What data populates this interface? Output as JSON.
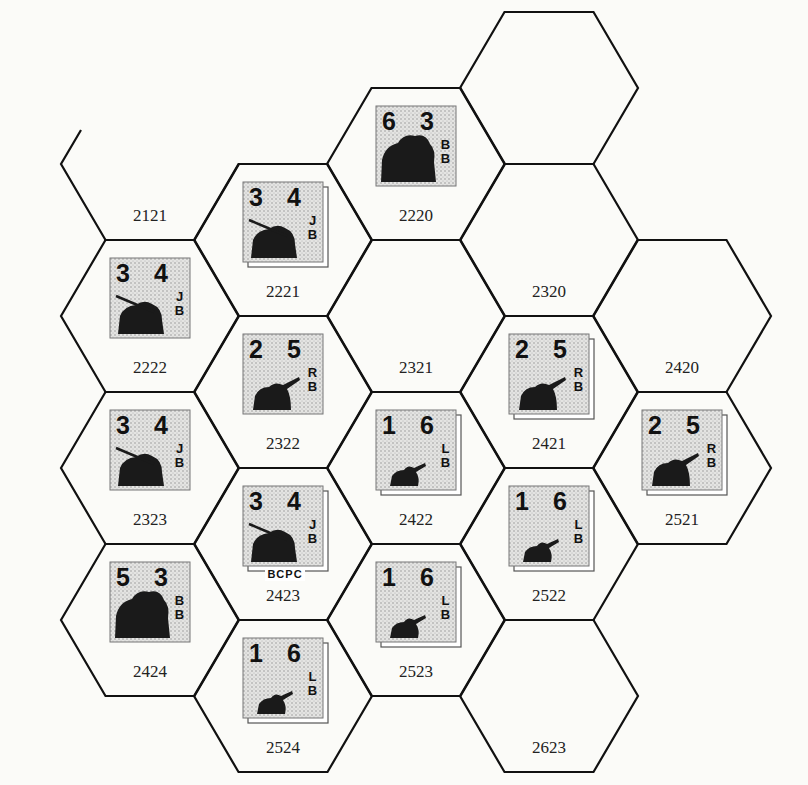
{
  "diagram": {
    "nodes": [
      {
        "text": [
          "2121"
        ]
      },
      {
        "text": [
          "2220"
        ]
      },
      {
        "text": [
          "6",
          "3",
          "BB"
        ],
        "in": 1
      },
      {
        "text": [
          "2221"
        ]
      },
      {
        "text": [
          "3",
          "4",
          "JB"
        ],
        "in": 3
      },
      {
        "text": [
          "2320"
        ]
      },
      {
        "text": [
          "2222"
        ]
      },
      {
        "text": [
          "3",
          "4",
          "JB"
        ],
        "in": 6
      },
      {
        "text": [
          "2321"
        ]
      },
      {
        "text": [
          "2420"
        ]
      },
      {
        "text": [
          "2322"
        ]
      },
      {
        "text": [
          "2",
          "5",
          "RB"
        ],
        "in": 10
      },
      {
        "text": [
          "2421"
        ]
      },
      {
        "text": [
          "2",
          "5",
          "RB"
        ],
        "in": 12
      },
      {
        "text": [
          "2323"
        ]
      },
      {
        "text": [
          "3",
          "4",
          "JB"
        ],
        "in": 14
      },
      {
        "text": [
          "2422"
        ]
      },
      {
        "text": [
          "1",
          "6",
          "LB"
        ],
        "in": 16
      },
      {
        "text": [
          "2521"
        ]
      },
      {
        "text": [
          "2",
          "5",
          "RB"
        ],
        "in": 18
      },
      {
        "text": [
          "2423"
        ]
      },
      {
        "text": [
          "3",
          "4",
          "JB",
          "BCPC"
        ],
        "in": 20
      },
      {
        "text": [
          "2522"
        ]
      },
      {
        "text": [
          "1",
          "6",
          "LB"
        ],
        "in": 22
      },
      {
        "text": [
          "2424"
        ]
      },
      {
        "text": [
          "5",
          "3",
          "BB"
        ],
        "in": 24
      },
      {
        "text": [
          "2523"
        ]
      },
      {
        "text": [
          "1",
          "6",
          "LB"
        ],
        "in": 26
      },
      {
        "text": [
          "2524"
        ]
      },
      {
        "text": [
          "1",
          "6",
          "LB"
        ],
        "in": 28
      },
      {
        "text": [
          "2623"
        ]
      }
    ]
  }
}
